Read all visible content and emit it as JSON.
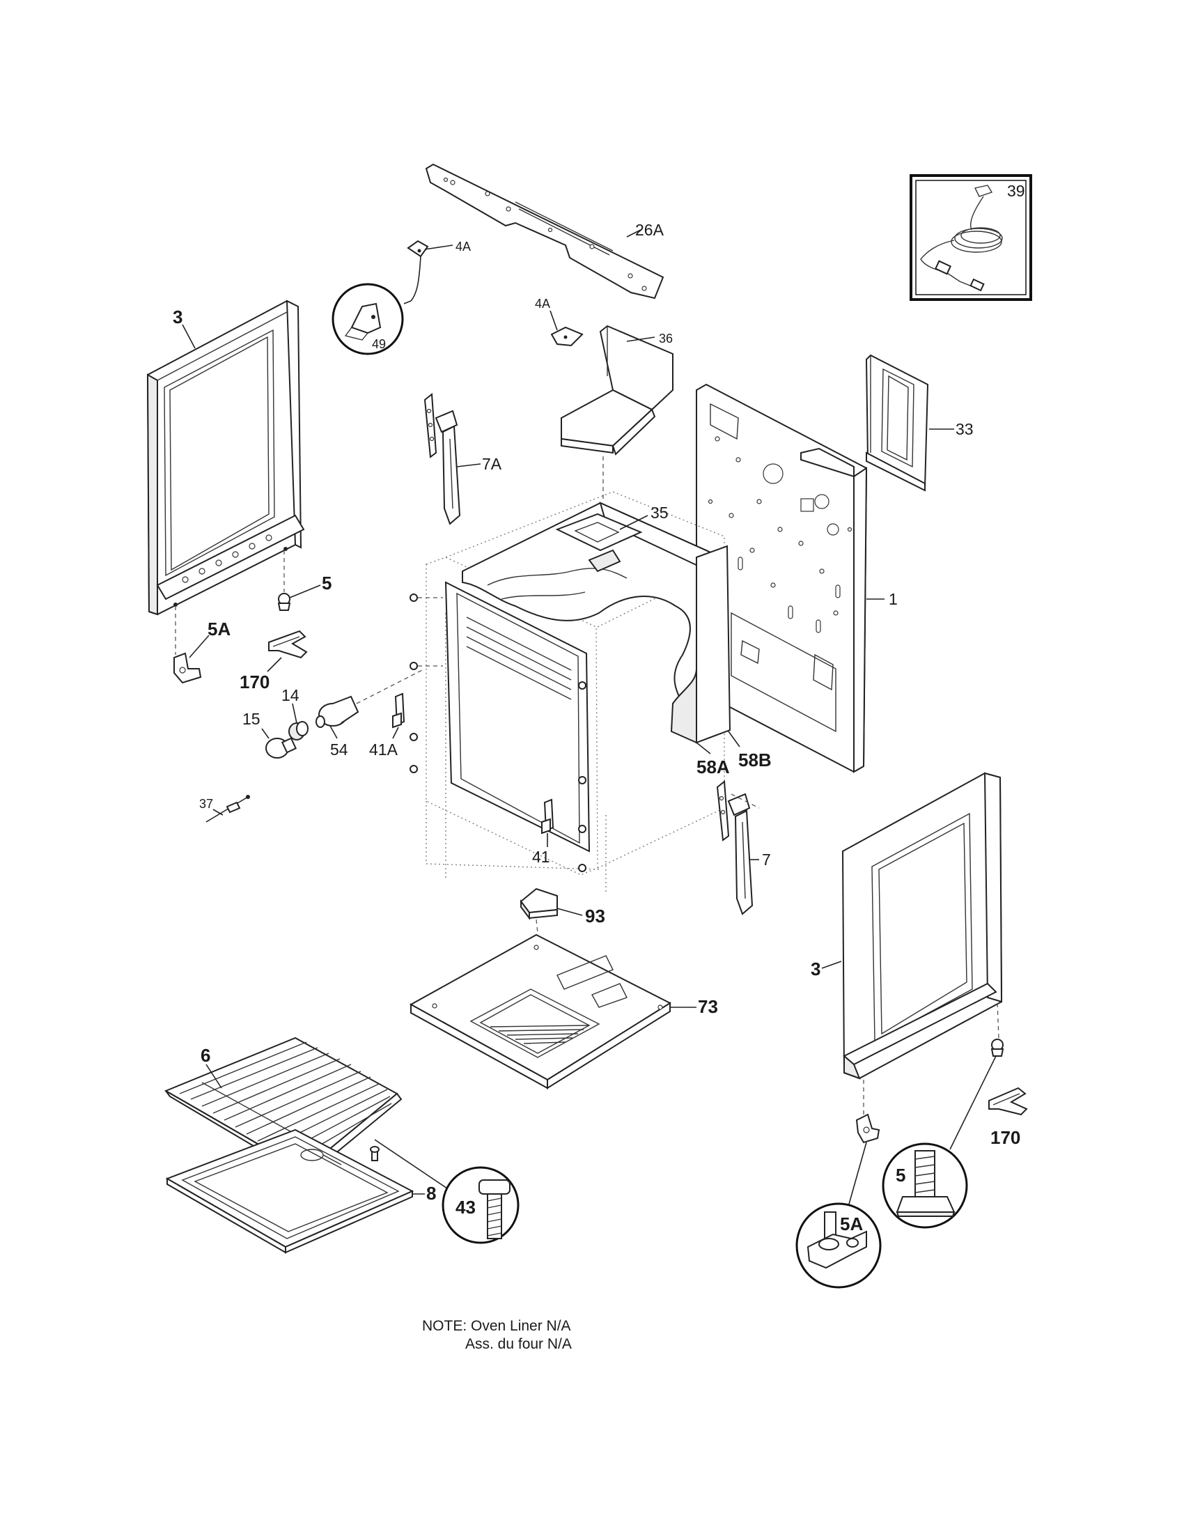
{
  "labels": {
    "p1": "1",
    "p3_left": "3",
    "p3_right": "3",
    "p4A_top": "4A",
    "p4A_mid": "4A",
    "p5_left": "5",
    "p5_right": "5",
    "p5A_left": "5A",
    "p5A_right": "5A",
    "p6": "6",
    "p7": "7",
    "p7A": "7A",
    "p8": "8",
    "p14": "14",
    "p15": "15",
    "p26A": "26A",
    "p33": "33",
    "p35": "35",
    "p36": "36",
    "p37": "37",
    "p39": "39",
    "p41": "41",
    "p41A": "41A",
    "p43": "43",
    "p49": "49",
    "p54": "54",
    "p58A": "58A",
    "p58B": "58B",
    "p73": "73",
    "p93": "93",
    "p170_left": "170",
    "p170_right": "170"
  },
  "note": {
    "line1": "NOTE: Oven Liner N/A",
    "line2": "Ass. du four N/A"
  }
}
